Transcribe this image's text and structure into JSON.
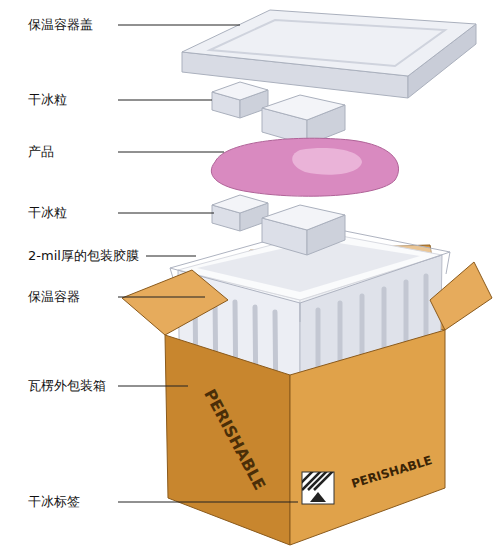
{
  "diagram": {
    "labels": [
      "保温容器盖",
      "干冰粒",
      "产品",
      "干冰粒",
      "2-mil厚的包装胶膜",
      "保温容器",
      "瓦楞外包装箱",
      "干冰标签",
      "PERISHABLE",
      "PERISHABLE"
    ]
  }
}
